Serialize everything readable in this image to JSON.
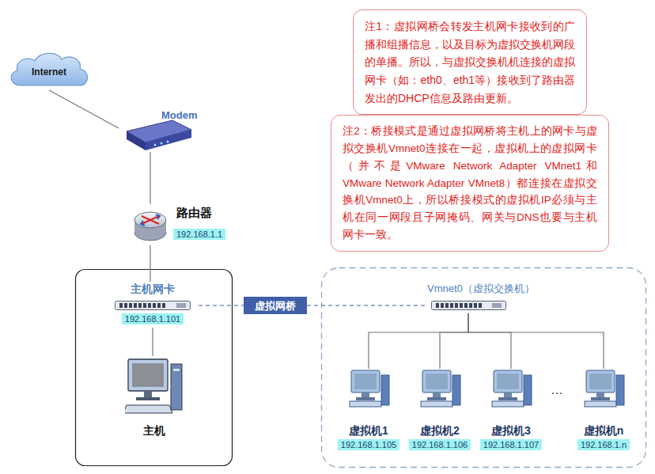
{
  "diagram": {
    "nodes": [
      {
        "text": [
          "Internet"
        ]
      },
      {
        "text": [
          "Modem"
        ]
      },
      {
        "text": [
          "路由器",
          "192.168.1.1"
        ]
      },
      {
        "text": [
          "主机网卡",
          "192.168.1.101"
        ]
      },
      {
        "text": [
          "主机"
        ]
      },
      {
        "text": [
          "虚拟网桥"
        ]
      },
      {
        "text": [
          "Vmnet0（虚拟交换机）"
        ]
      },
      {
        "text": [
          "虚拟机1",
          "192.168.1.105"
        ]
      },
      {
        "text": [
          "虚拟机2",
          "192.168.1.106"
        ]
      },
      {
        "text": [
          "虚拟机3",
          "192.168.1.107"
        ]
      },
      {
        "text": [
          "虚拟机n",
          "192.168.1.n"
        ]
      },
      {
        "text": [
          "注1：虚拟网桥会转发主机网卡接收到的广播和组播信息，以及目标为虚拟交换机网段的单播。所以，与虚拟交换机机连接的虚拟网卡（如：eth0、eth1等）接收到了路由器发出的DHCP信息及路由更新。"
        ]
      },
      {
        "text": [
          "注2：桥接模式是通过虚拟网桥将主机上的网卡与虚拟交换机Vmnet0连接在一起，虚拟机上的虚拟网卡（并不是VMware Network Adapter VMnet1和VMware Network Adapter VMnet8）都连接在虚拟交换机Vmnet0上，所以桥接模式的虚拟机IP必须与主机在同一网段且子网掩码、网关与DNS也要与主机网卡一致。"
        ]
      }
    ],
    "edges": [
      {
        "from": 0,
        "to": 1,
        "arrow": "none"
      },
      {
        "from": 1,
        "to": 2,
        "arrow": "none"
      },
      {
        "from": 2,
        "to": 3,
        "arrow": "none"
      },
      {
        "from": 3,
        "to": 4,
        "arrow": "none"
      },
      {
        "from": 3,
        "to": 5,
        "arrow": "none"
      },
      {
        "from": 5,
        "to": 6,
        "arrow": "none"
      },
      {
        "from": 6,
        "to": 7,
        "arrow": "none"
      },
      {
        "from": 6,
        "to": 8,
        "arrow": "none"
      },
      {
        "from": 6,
        "to": 9,
        "arrow": "none"
      },
      {
        "from": 6,
        "to": 10,
        "arrow": "none"
      }
    ],
    "labels": [
      "…"
    ]
  }
}
